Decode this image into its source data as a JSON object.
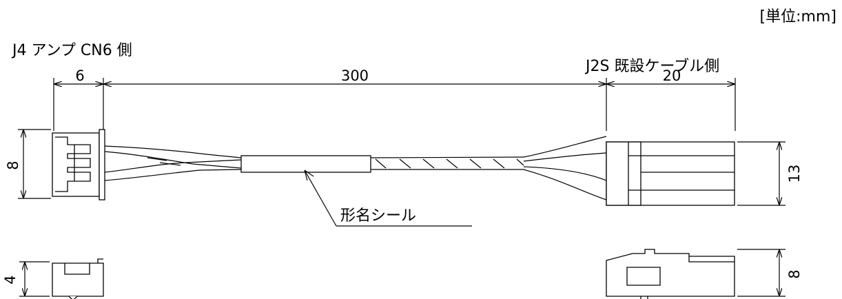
{
  "unit_label": "[単位:mm]",
  "left_connector_label": "J4 アンプ CN6 側",
  "right_connector_label": "J2S 既設ケーブル側",
  "part_label": "形名シール",
  "dimensions": {
    "left_length": "6",
    "cable_length": "300",
    "right_length": "20",
    "left_height": "8",
    "right_height": "13",
    "left_depth": "4",
    "right_depth": "8"
  }
}
